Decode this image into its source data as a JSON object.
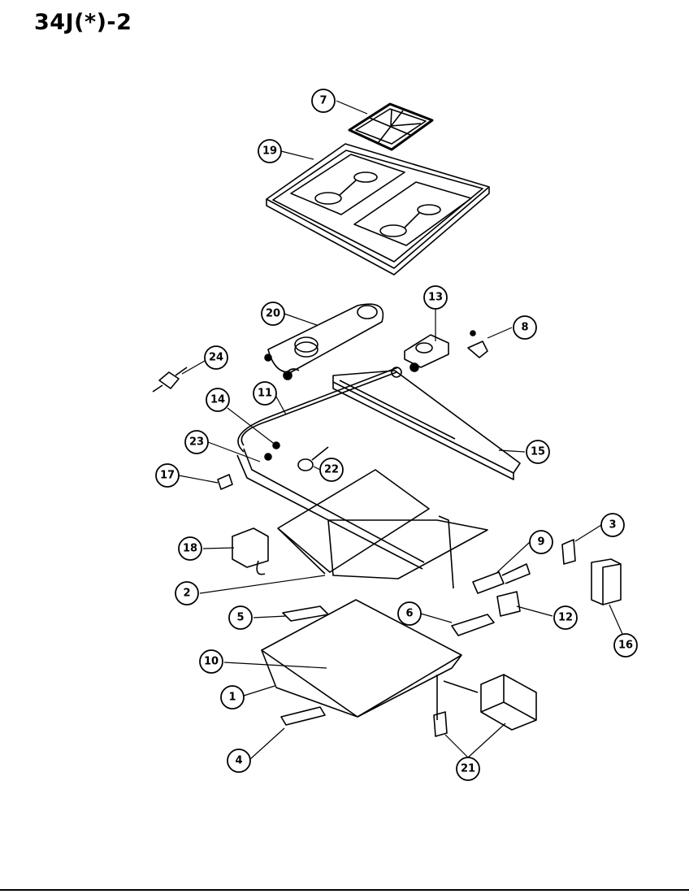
{
  "title": "34J(*)-2",
  "callouts": [
    {
      "id": "7",
      "label": "7"
    },
    {
      "id": "19",
      "label": "19"
    },
    {
      "id": "20",
      "label": "20"
    },
    {
      "id": "13",
      "label": "13"
    },
    {
      "id": "8",
      "label": "8"
    },
    {
      "id": "24",
      "label": "24"
    },
    {
      "id": "11",
      "label": "11"
    },
    {
      "id": "14",
      "label": "14"
    },
    {
      "id": "23",
      "label": "23"
    },
    {
      "id": "22",
      "label": "22"
    },
    {
      "id": "15",
      "label": "15"
    },
    {
      "id": "17",
      "label": "17"
    },
    {
      "id": "3",
      "label": "3"
    },
    {
      "id": "18",
      "label": "18"
    },
    {
      "id": "9",
      "label": "9"
    },
    {
      "id": "16",
      "label": "16"
    },
    {
      "id": "2",
      "label": "2"
    },
    {
      "id": "12",
      "label": "12"
    },
    {
      "id": "5",
      "label": "5"
    },
    {
      "id": "6",
      "label": "6"
    },
    {
      "id": "10",
      "label": "10"
    },
    {
      "id": "1",
      "label": "1"
    },
    {
      "id": "4",
      "label": "4"
    },
    {
      "id": "21",
      "label": "21"
    }
  ]
}
